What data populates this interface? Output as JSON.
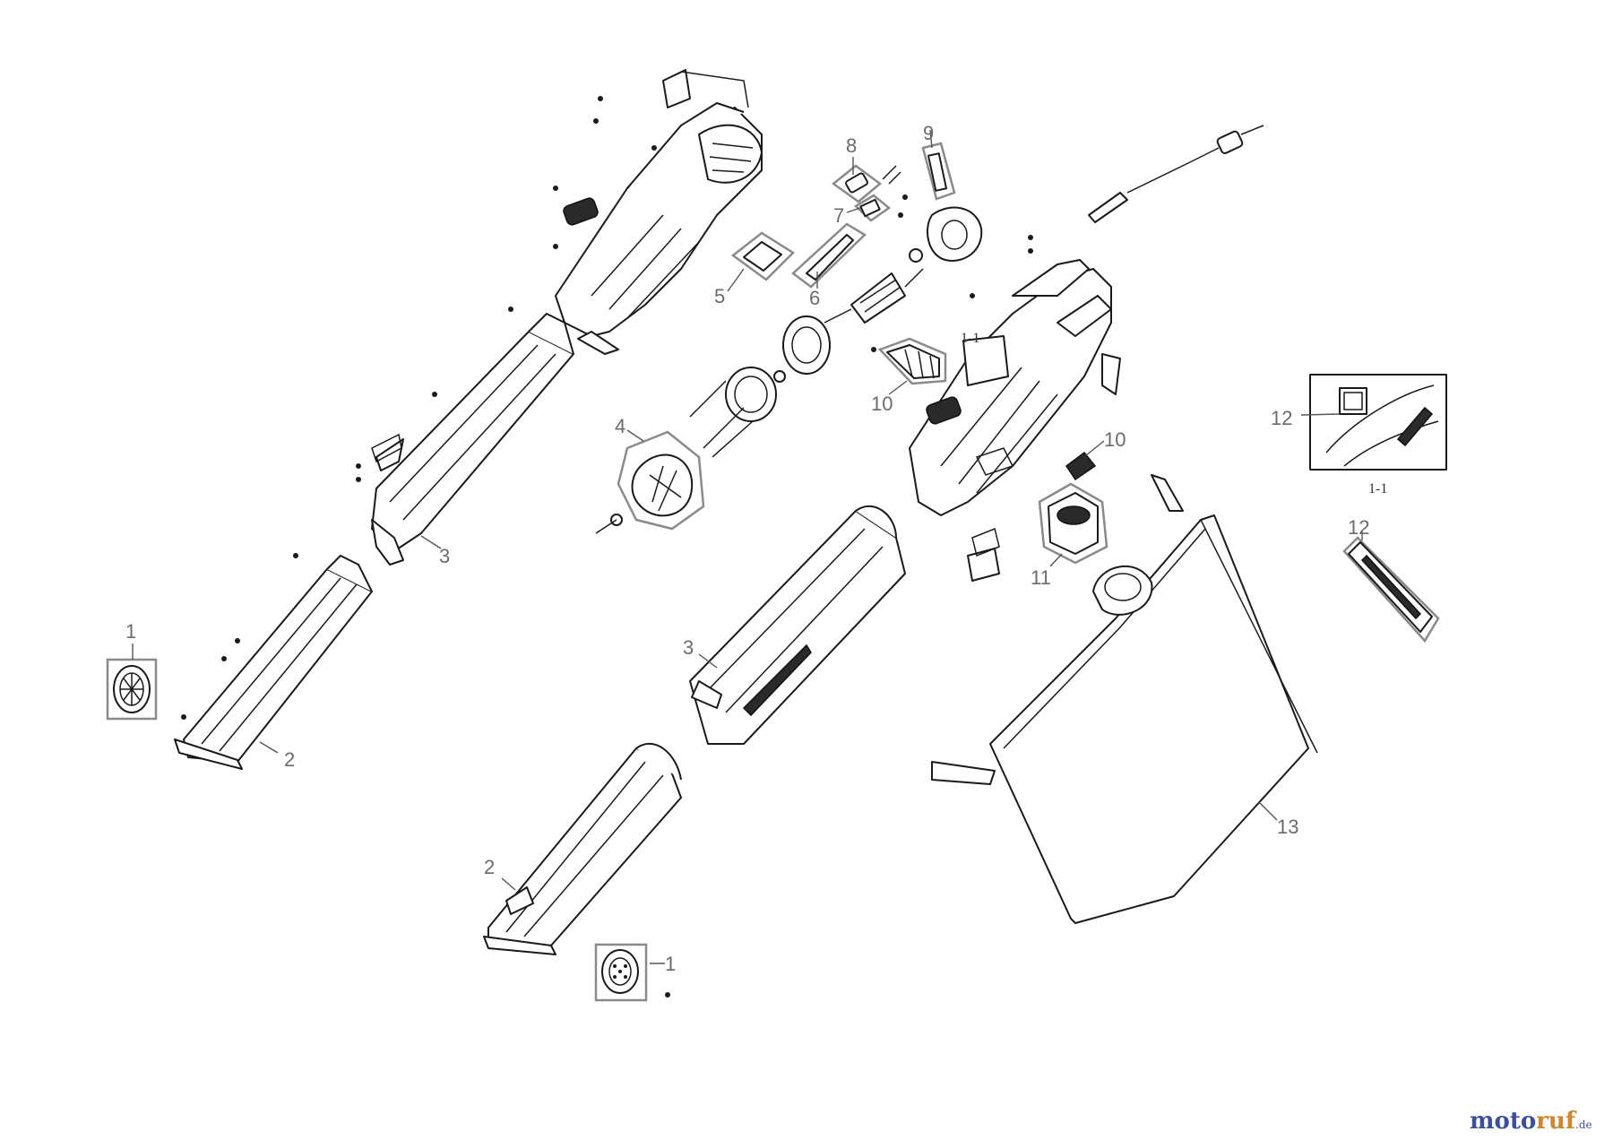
{
  "labels": {
    "p1a": "1",
    "p1b": "1",
    "p2a": "2",
    "p2b": "2",
    "p3a": "3",
    "p3b": "3",
    "p4": "4",
    "p5": "5",
    "p6": "6",
    "p7": "7",
    "p8": "8",
    "p9": "9",
    "p10a": "10",
    "p10b": "10",
    "p11": "11",
    "p12a": "12",
    "p12b": "12",
    "p13": "13",
    "detail_small": "1-1",
    "detail_caption": "1-1"
  },
  "watermark": {
    "part1": "moto",
    "part2": "ruf",
    "part3": ".de"
  }
}
